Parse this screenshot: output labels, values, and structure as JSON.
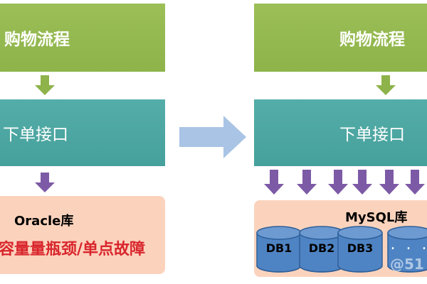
{
  "left": {
    "flow_title": "购物流程",
    "order_api": "下单接口",
    "db_title": "Oracle库",
    "db_problem": "容量量瓶颈/单点故障"
  },
  "right": {
    "flow_title": "购物流程",
    "order_api": "下单接口",
    "db_title": "MySQL库",
    "db_labels": [
      "DB1",
      "DB2",
      "DB3"
    ],
    "db_ellipsis": ". . ."
  },
  "watermark": "@51",
  "colors": {
    "green": "#8db34a",
    "teal": "#46a09b",
    "peach": "#fbd3bd",
    "arrow_green": "#8db34a",
    "arrow_purple": "#7d5aa6",
    "arrow_blue": "#a9c4e4",
    "db_fill": "#4f84c4",
    "problem_red": "#d9252c"
  }
}
